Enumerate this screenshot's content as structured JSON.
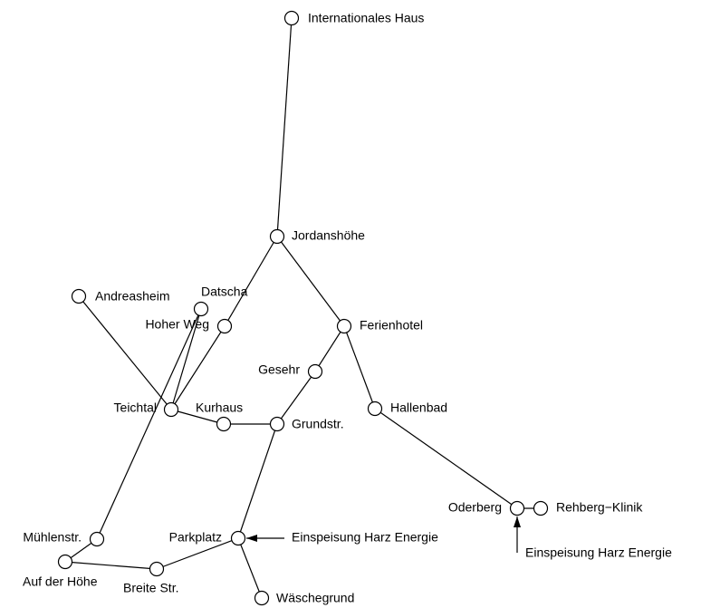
{
  "diagram": {
    "nodes": [
      {
        "id": "internationales-haus",
        "label": "Internationales Haus"
      },
      {
        "id": "jordanshoehe",
        "label": "Jordanshöhe"
      },
      {
        "id": "andreasheim",
        "label": "Andreasheim"
      },
      {
        "id": "hoher-weg",
        "label": "Hoher Weg"
      },
      {
        "id": "ferienhotel",
        "label": "Ferienhotel"
      },
      {
        "id": "gesehr",
        "label": "Gesehr"
      },
      {
        "id": "teichtal",
        "label": "Teichtal"
      },
      {
        "id": "kurhaus",
        "label": "Kurhaus"
      },
      {
        "id": "grundstr",
        "label": "Grundstr."
      },
      {
        "id": "hallenbad",
        "label": "Hallenbad"
      },
      {
        "id": "datscha",
        "label": "Datscha"
      },
      {
        "id": "oderberg",
        "label": "Oderberg"
      },
      {
        "id": "rehberg-klinik",
        "label": "Rehberg−Klinik"
      },
      {
        "id": "muehlenstr",
        "label": "Mühlenstr."
      },
      {
        "id": "parkplatz",
        "label": "Parkplatz"
      },
      {
        "id": "auf-der-hoehe",
        "label": "Auf der Höhe"
      },
      {
        "id": "breite-str",
        "label": "Breite Str."
      },
      {
        "id": "waeschegrund",
        "label": "Wäschegrund"
      }
    ],
    "edges": [
      [
        "internationales-haus",
        "jordanshoehe"
      ],
      [
        "jordanshoehe",
        "hoher-weg"
      ],
      [
        "jordanshoehe",
        "ferienhotel"
      ],
      [
        "hoher-weg",
        "teichtal"
      ],
      [
        "andreasheim",
        "teichtal"
      ],
      [
        "ferienhotel",
        "gesehr"
      ],
      [
        "ferienhotel",
        "hallenbad"
      ],
      [
        "gesehr",
        "grundstr"
      ],
      [
        "teichtal",
        "kurhaus"
      ],
      [
        "kurhaus",
        "grundstr"
      ],
      [
        "teichtal",
        "datscha"
      ],
      [
        "datscha",
        "muehlenstr"
      ],
      [
        "muehlenstr",
        "auf-der-hoehe"
      ],
      [
        "auf-der-hoehe",
        "breite-str"
      ],
      [
        "breite-str",
        "parkplatz"
      ],
      [
        "grundstr",
        "parkplatz"
      ],
      [
        "parkplatz",
        "waeschegrund"
      ],
      [
        "hallenbad",
        "oderberg"
      ],
      [
        "oderberg",
        "rehberg-klinik"
      ]
    ],
    "feeds": [
      {
        "id": "feed-parkplatz",
        "target": "parkplatz",
        "label": "Einspeisung Harz Energie"
      },
      {
        "id": "feed-oderberg",
        "target": "oderberg",
        "label": "Einspeisung Harz Energie"
      }
    ]
  }
}
